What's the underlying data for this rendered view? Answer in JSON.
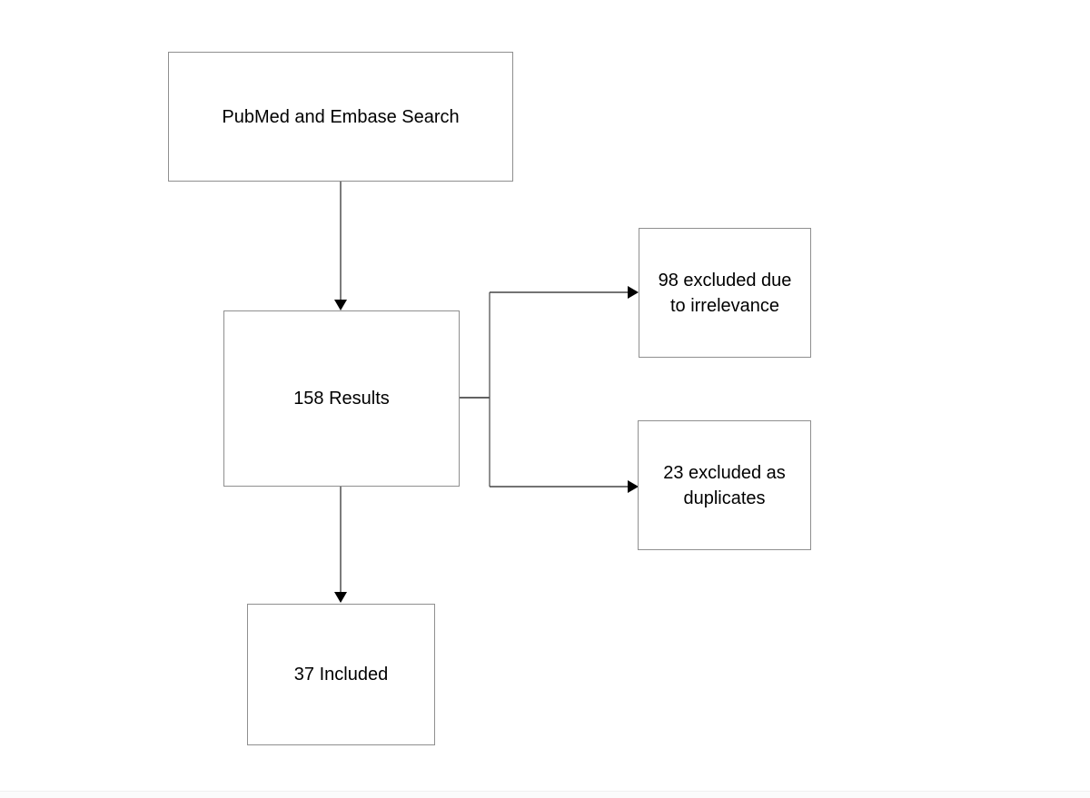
{
  "diagram": {
    "type": "flowchart",
    "description": "Literature search flow diagram",
    "nodes": [
      {
        "id": "search",
        "lines": [
          "PubMed and Embase Search"
        ]
      },
      {
        "id": "results",
        "lines": [
          "158 Results"
        ]
      },
      {
        "id": "excluded-irrelevance",
        "lines": [
          "98 excluded due",
          "to irrelevance"
        ]
      },
      {
        "id": "excluded-duplicates",
        "lines": [
          "23 excluded as",
          "duplicates"
        ]
      },
      {
        "id": "included",
        "lines": [
          "37 Included"
        ]
      }
    ],
    "edges": [
      {
        "from": "search",
        "to": "results",
        "arrow": true
      },
      {
        "from": "results",
        "to": "excluded-irrelevance",
        "arrow": true
      },
      {
        "from": "results",
        "to": "excluded-duplicates",
        "arrow": true
      },
      {
        "from": "results",
        "to": "included",
        "arrow": true
      }
    ],
    "colors": {
      "background": "#ffffff",
      "box_border": "#8f8f8f",
      "box_fill": "#ffffff",
      "line": "#454545",
      "arrowhead": "#000000",
      "text": "#000000"
    }
  }
}
